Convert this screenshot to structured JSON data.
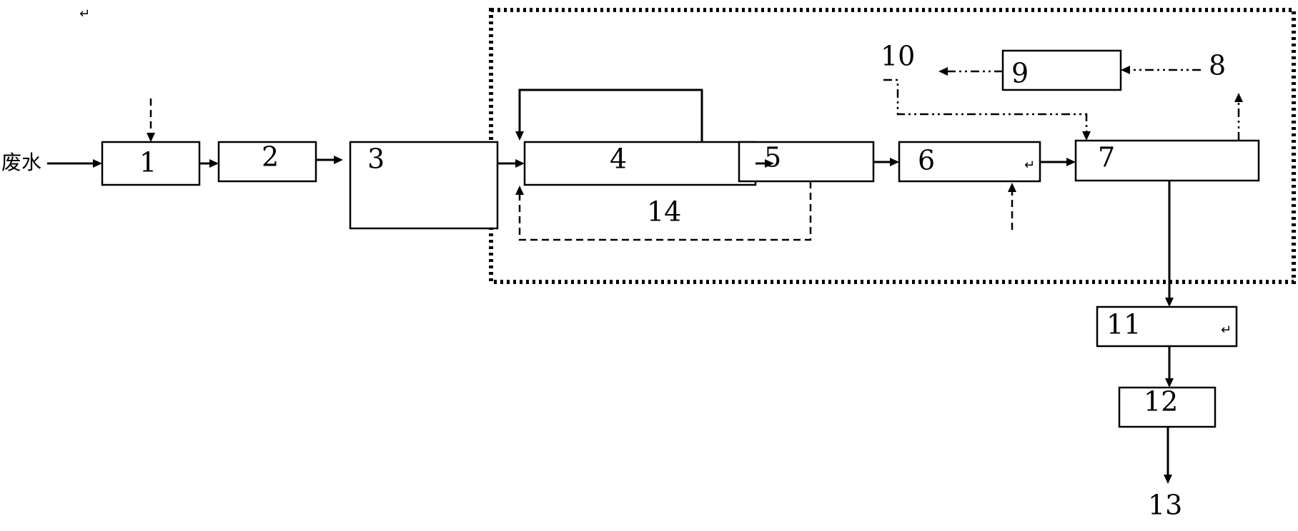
{
  "diagram": {
    "input_label": "废水",
    "para_mark": "↵",
    "nodes": {
      "n1": "1",
      "n2": "2",
      "n3": "3",
      "n4": "4",
      "n5": "5",
      "n6": "6",
      "n7": "7",
      "n8": "8",
      "n9": "9",
      "n10": "10",
      "n11": "11",
      "n12": "12",
      "n13": "13",
      "n14": "14"
    },
    "colors": {
      "line": "#000000",
      "background": "#ffffff"
    }
  }
}
